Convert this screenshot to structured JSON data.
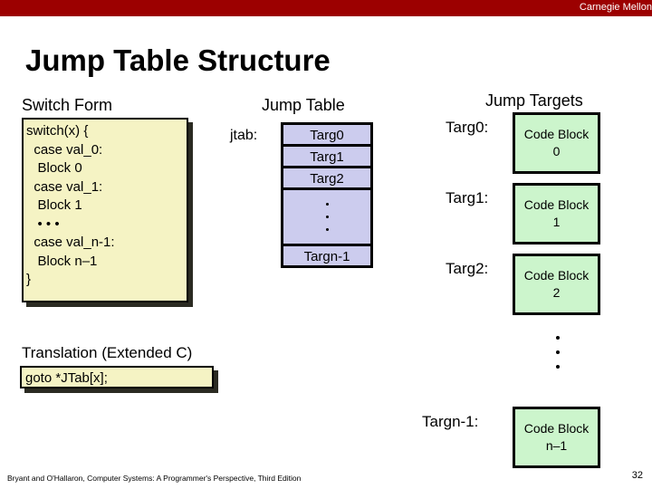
{
  "banner": {
    "institution": "Carnegie Mellon",
    "color": "#9c0000"
  },
  "slide": {
    "title": "Jump Table Structure",
    "page_number": "32",
    "footer": "Bryant and O'Hallaron, Computer Systems: A Programmer's Perspective, Third Edition"
  },
  "switch_section": {
    "heading": "Switch Form",
    "code_lines": [
      "switch(x) {",
      "  case val_0:",
      "   Block 0",
      "  case val_1:",
      "   Block 1",
      "   • • •",
      "  case val_n-1:",
      "   Block n–1",
      "}"
    ]
  },
  "translation_section": {
    "heading": "Translation (Extended C)",
    "code_lines": [
      "goto *JTab[x];"
    ]
  },
  "jump_table": {
    "heading": "Jump Table",
    "pointer_label": "jtab:",
    "cells": [
      {
        "label": "Targ0",
        "kind": "entry"
      },
      {
        "label": "Targ1",
        "kind": "entry"
      },
      {
        "label": "Targ2",
        "kind": "entry"
      },
      {
        "label": "",
        "kind": "ellipsis"
      },
      {
        "label": "Targn-1",
        "kind": "entry"
      }
    ],
    "fill_color": "#ccccee"
  },
  "jump_targets": {
    "heading": "Jump Targets",
    "fill_color": "#ccf5cc",
    "entries": [
      {
        "label": "Targ0:",
        "line1": "Code Block",
        "line2": "0"
      },
      {
        "label": "Targ1:",
        "line1": "Code Block",
        "line2": "1"
      },
      {
        "label": "Targ2:",
        "line1": "Code Block",
        "line2": "2"
      },
      {
        "label": "Targn-1:",
        "line1": "Code Block",
        "line2": "n–1"
      }
    ]
  }
}
